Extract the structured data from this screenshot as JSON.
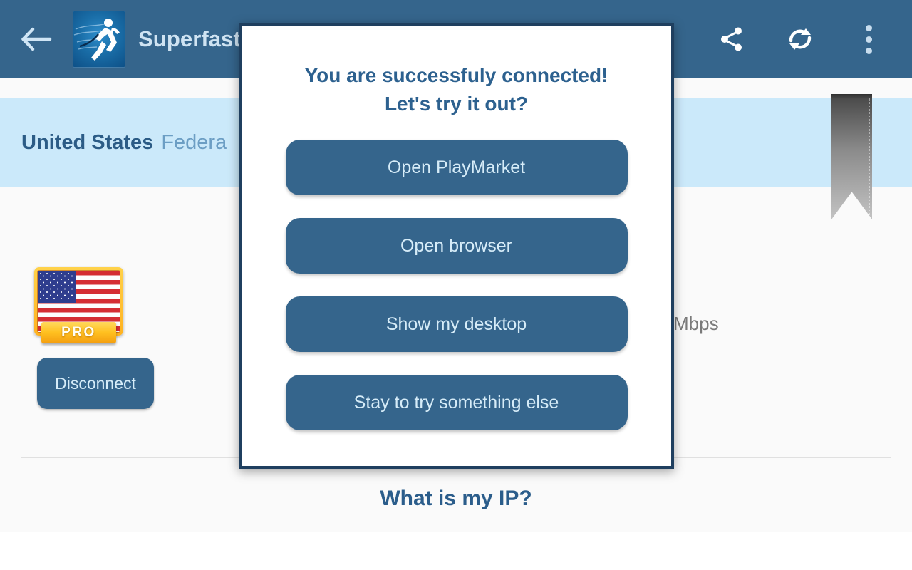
{
  "appbar": {
    "back_icon": "back-arrow-icon",
    "app_icon": "runner-app-icon",
    "title": "Superfast",
    "actions": [
      {
        "name": "share-icon",
        "label": "Share"
      },
      {
        "name": "refresh-icon",
        "label": "Refresh"
      },
      {
        "name": "overflow-menu-icon",
        "label": "More options"
      }
    ]
  },
  "content": {
    "location_primary": "United States",
    "location_secondary": "Federa",
    "ribbon_icon": "bookmark-ribbon-icon",
    "flag_icon": "us-flag-icon",
    "pro_badge": "PRO",
    "disconnect_label": "Disconnect",
    "speed_unit": "Mbps",
    "ip_link_label": "What is my IP?"
  },
  "dialog": {
    "title_line1": "You are successfuly connected!",
    "title_line2": "Let's try it out?",
    "buttons": [
      {
        "label": "Open PlayMarket",
        "name": "open-playmarket-button"
      },
      {
        "label": "Open browser",
        "name": "open-browser-button"
      },
      {
        "label": "Show my desktop",
        "name": "show-my-desktop-button"
      },
      {
        "label": "Stay to try something else",
        "name": "stay-to-try-something-else-button"
      }
    ]
  },
  "colors": {
    "appbar": "#35658c",
    "accent": "#2d618f",
    "banner": "#cbe9fa",
    "button_text": "#d6ecf8",
    "dialog_border": "#1f3f5f",
    "card_bg": "#fafafa",
    "pro_gold": "#ffc020"
  }
}
